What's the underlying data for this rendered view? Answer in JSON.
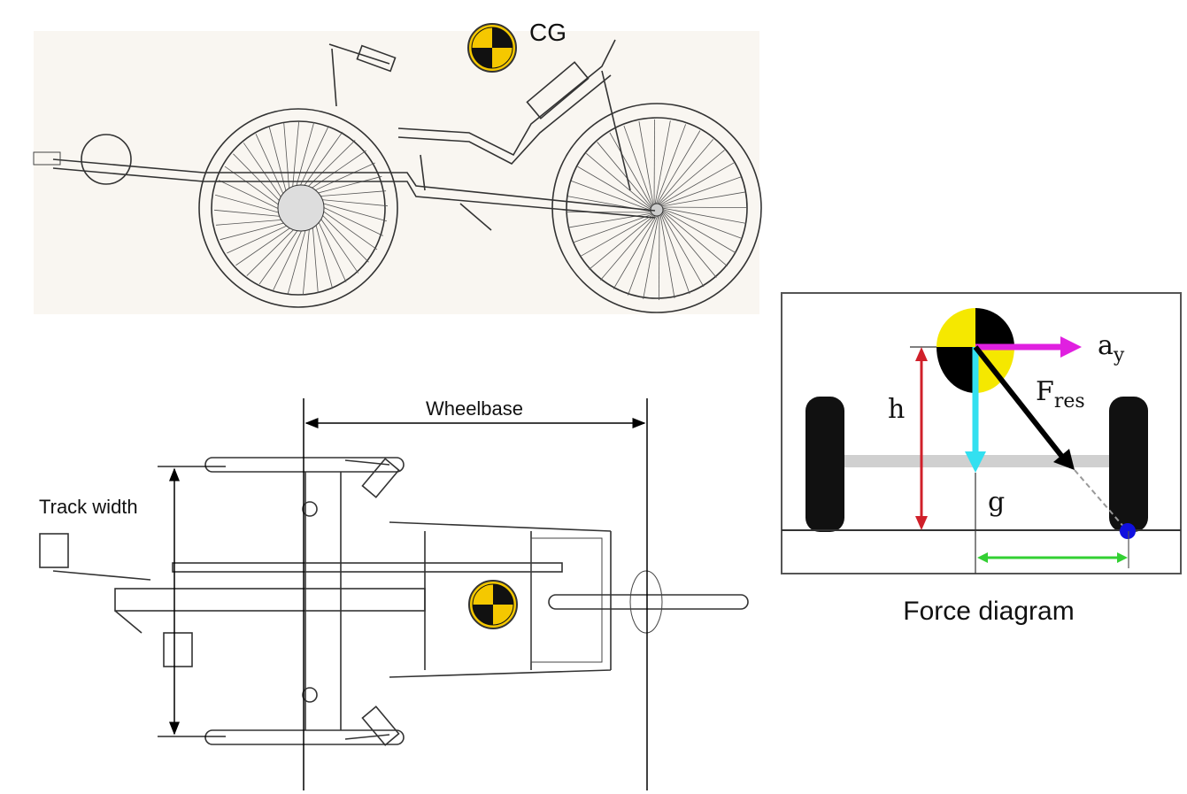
{
  "side_view": {
    "cg_label": "CG"
  },
  "top_view": {
    "wheelbase_label": "Wheelbase",
    "track_width_label": "Track width"
  },
  "force_diagram": {
    "caption": "Force diagram",
    "h_label": "h",
    "g_label": "g",
    "ay_label": "a",
    "ay_sub": "y",
    "fres_label": "F",
    "fres_sub": "res",
    "colors": {
      "height": "#d0202a",
      "gravity": "#33e0f0",
      "accel": "#e020e0",
      "resultant": "#000000",
      "offset": "#33d033",
      "contact": "#1010e0",
      "cg_yellow": "#f5e800"
    }
  }
}
